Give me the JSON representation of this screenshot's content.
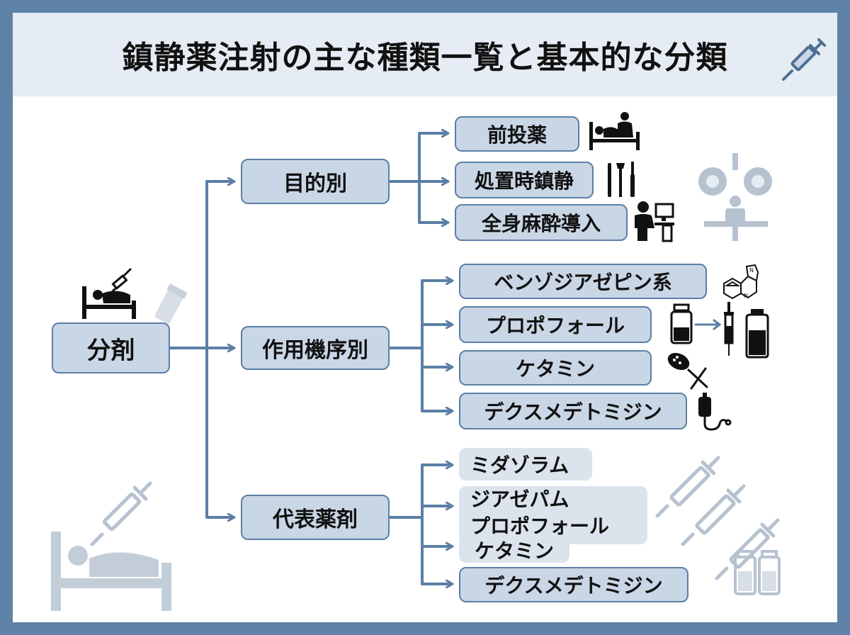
{
  "title": "鎮静薬注射の主な種類一覧と基本的な分類",
  "root": {
    "label": "分剤"
  },
  "groups": [
    {
      "label": "目的別",
      "items": [
        "前投薬",
        "処置時鎮静",
        "全身麻酔導入"
      ]
    },
    {
      "label": "作用機序別",
      "items": [
        "ベンゾジアゼピン系",
        "プロポフォール",
        "ケタミン",
        "デクスメデトミジン"
      ]
    },
    {
      "label": "代表薬剤",
      "items": [
        "ミダゾラム",
        "ジアゼパム",
        "プロポフォール",
        "ケタミン",
        "デクスメデトミジン"
      ]
    }
  ],
  "colors": {
    "frame": "#5f83a8",
    "title_band": "#e6ecf3",
    "box_fill": "#c9d6e6",
    "box_border": "#5b7fa6",
    "connector": "#5b7fa6",
    "faint_icon": "#b6c2d0"
  },
  "icons": [
    "syringe-icon",
    "patient-bed-icon",
    "surgical-tools-icon",
    "anesthesiologist-icon",
    "surgical-lights-icon",
    "molecule-icon",
    "vial-icon",
    "syringe-vial-icon",
    "ketamine-icon",
    "iv-bag-icon"
  ]
}
